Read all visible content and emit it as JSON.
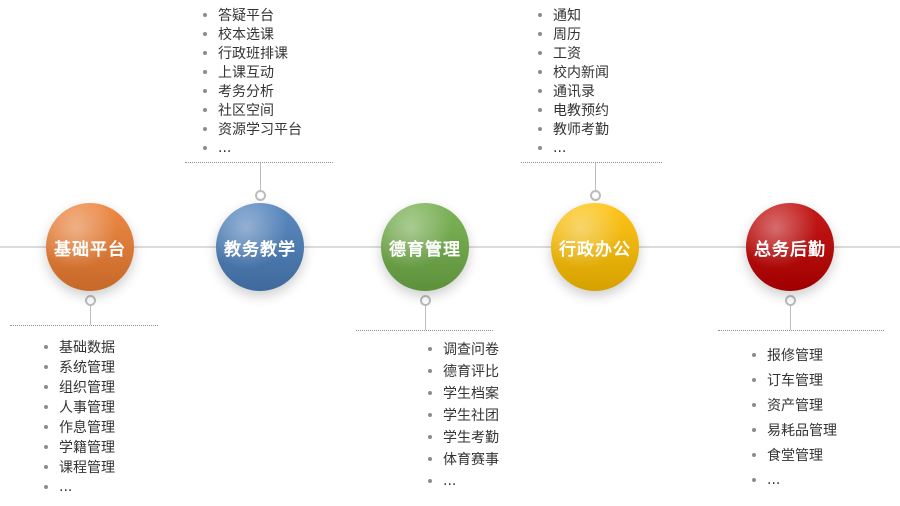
{
  "diagram": {
    "axis_color": "#dcdcdc",
    "nodes": [
      {
        "label": "基础平台",
        "color": "#ED7D31",
        "list_position": "below",
        "items": [
          "基础数据",
          "系统管理",
          "组织管理",
          "人事管理",
          "作息管理",
          "学籍管理",
          "课程管理",
          "..."
        ]
      },
      {
        "label": "教务教学",
        "color": "#4A7EBB",
        "list_position": "above",
        "items": [
          "答疑平台",
          "校本选课",
          "行政班排课",
          "上课互动",
          "考务分析",
          "社区空间",
          "资源学习平台",
          "..."
        ]
      },
      {
        "label": "德育管理",
        "color": "#70AD47",
        "list_position": "below",
        "items": [
          "调查问卷",
          "德育评比",
          "学生档案",
          "学生社团",
          "学生考勤",
          "体育赛事",
          "..."
        ]
      },
      {
        "label": "行政办公",
        "color": "#FFC000",
        "list_position": "above",
        "items": [
          "通知",
          "周历",
          "工资",
          "校内新闻",
          "通讯录",
          "电教预约",
          "教师考勤",
          "..."
        ]
      },
      {
        "label": "总务后勤",
        "color": "#C00000",
        "list_position": "below",
        "items": [
          "报修管理",
          "订车管理",
          "资产管理",
          "易耗品管理",
          "食堂管理",
          "..."
        ]
      }
    ]
  }
}
